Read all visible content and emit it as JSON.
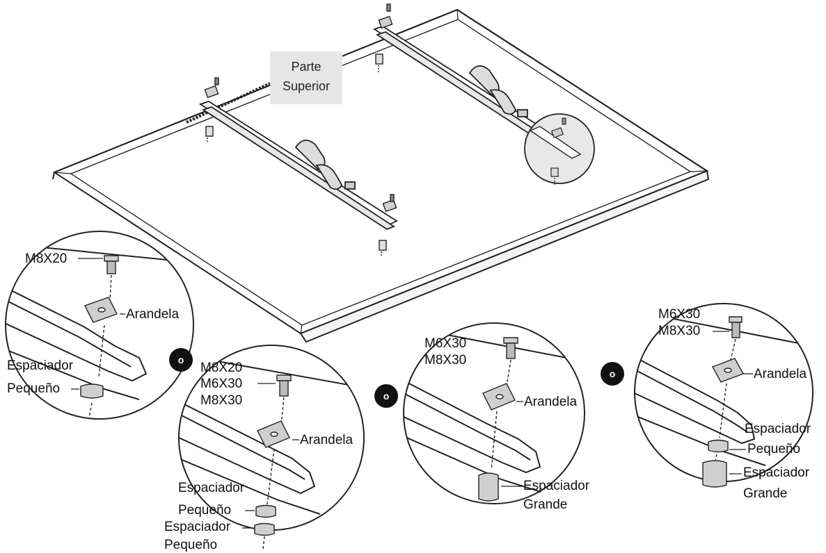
{
  "top_label": {
    "line1": "Parte",
    "line2": "Superior"
  },
  "or_word": "o",
  "details": {
    "a": {
      "screw": "M8X20",
      "washer": "Arandela",
      "spacer_l1": "Espaciador",
      "spacer_l2": "Pequeño"
    },
    "b": {
      "screw1": "M8X20",
      "screw2": "M6X30",
      "screw3": "M8X30",
      "washer": "Arandela",
      "sp1_l1": "Espaciador",
      "sp1_l2": "Pequeño",
      "sp2_l1": "Espaciador",
      "sp2_l2": "Pequeño"
    },
    "c": {
      "screw1": "M6X30",
      "screw2": "M8X30",
      "washer": "Arandela",
      "spacer_l1": "Espaciador",
      "spacer_l2": "Grande"
    },
    "d": {
      "screw1": "M6X30",
      "screw2": "M8X30",
      "washer": "Arandela",
      "sp1_l1": "Espaciador",
      "sp1_l2": "Pequeño",
      "sp2_l1": "Espaciador",
      "sp2_l2": "Grande"
    }
  },
  "colors": {
    "line": "#222222",
    "label_box": "#e6e6e6",
    "badge": "#111111",
    "parts": "#cfcfcf"
  }
}
